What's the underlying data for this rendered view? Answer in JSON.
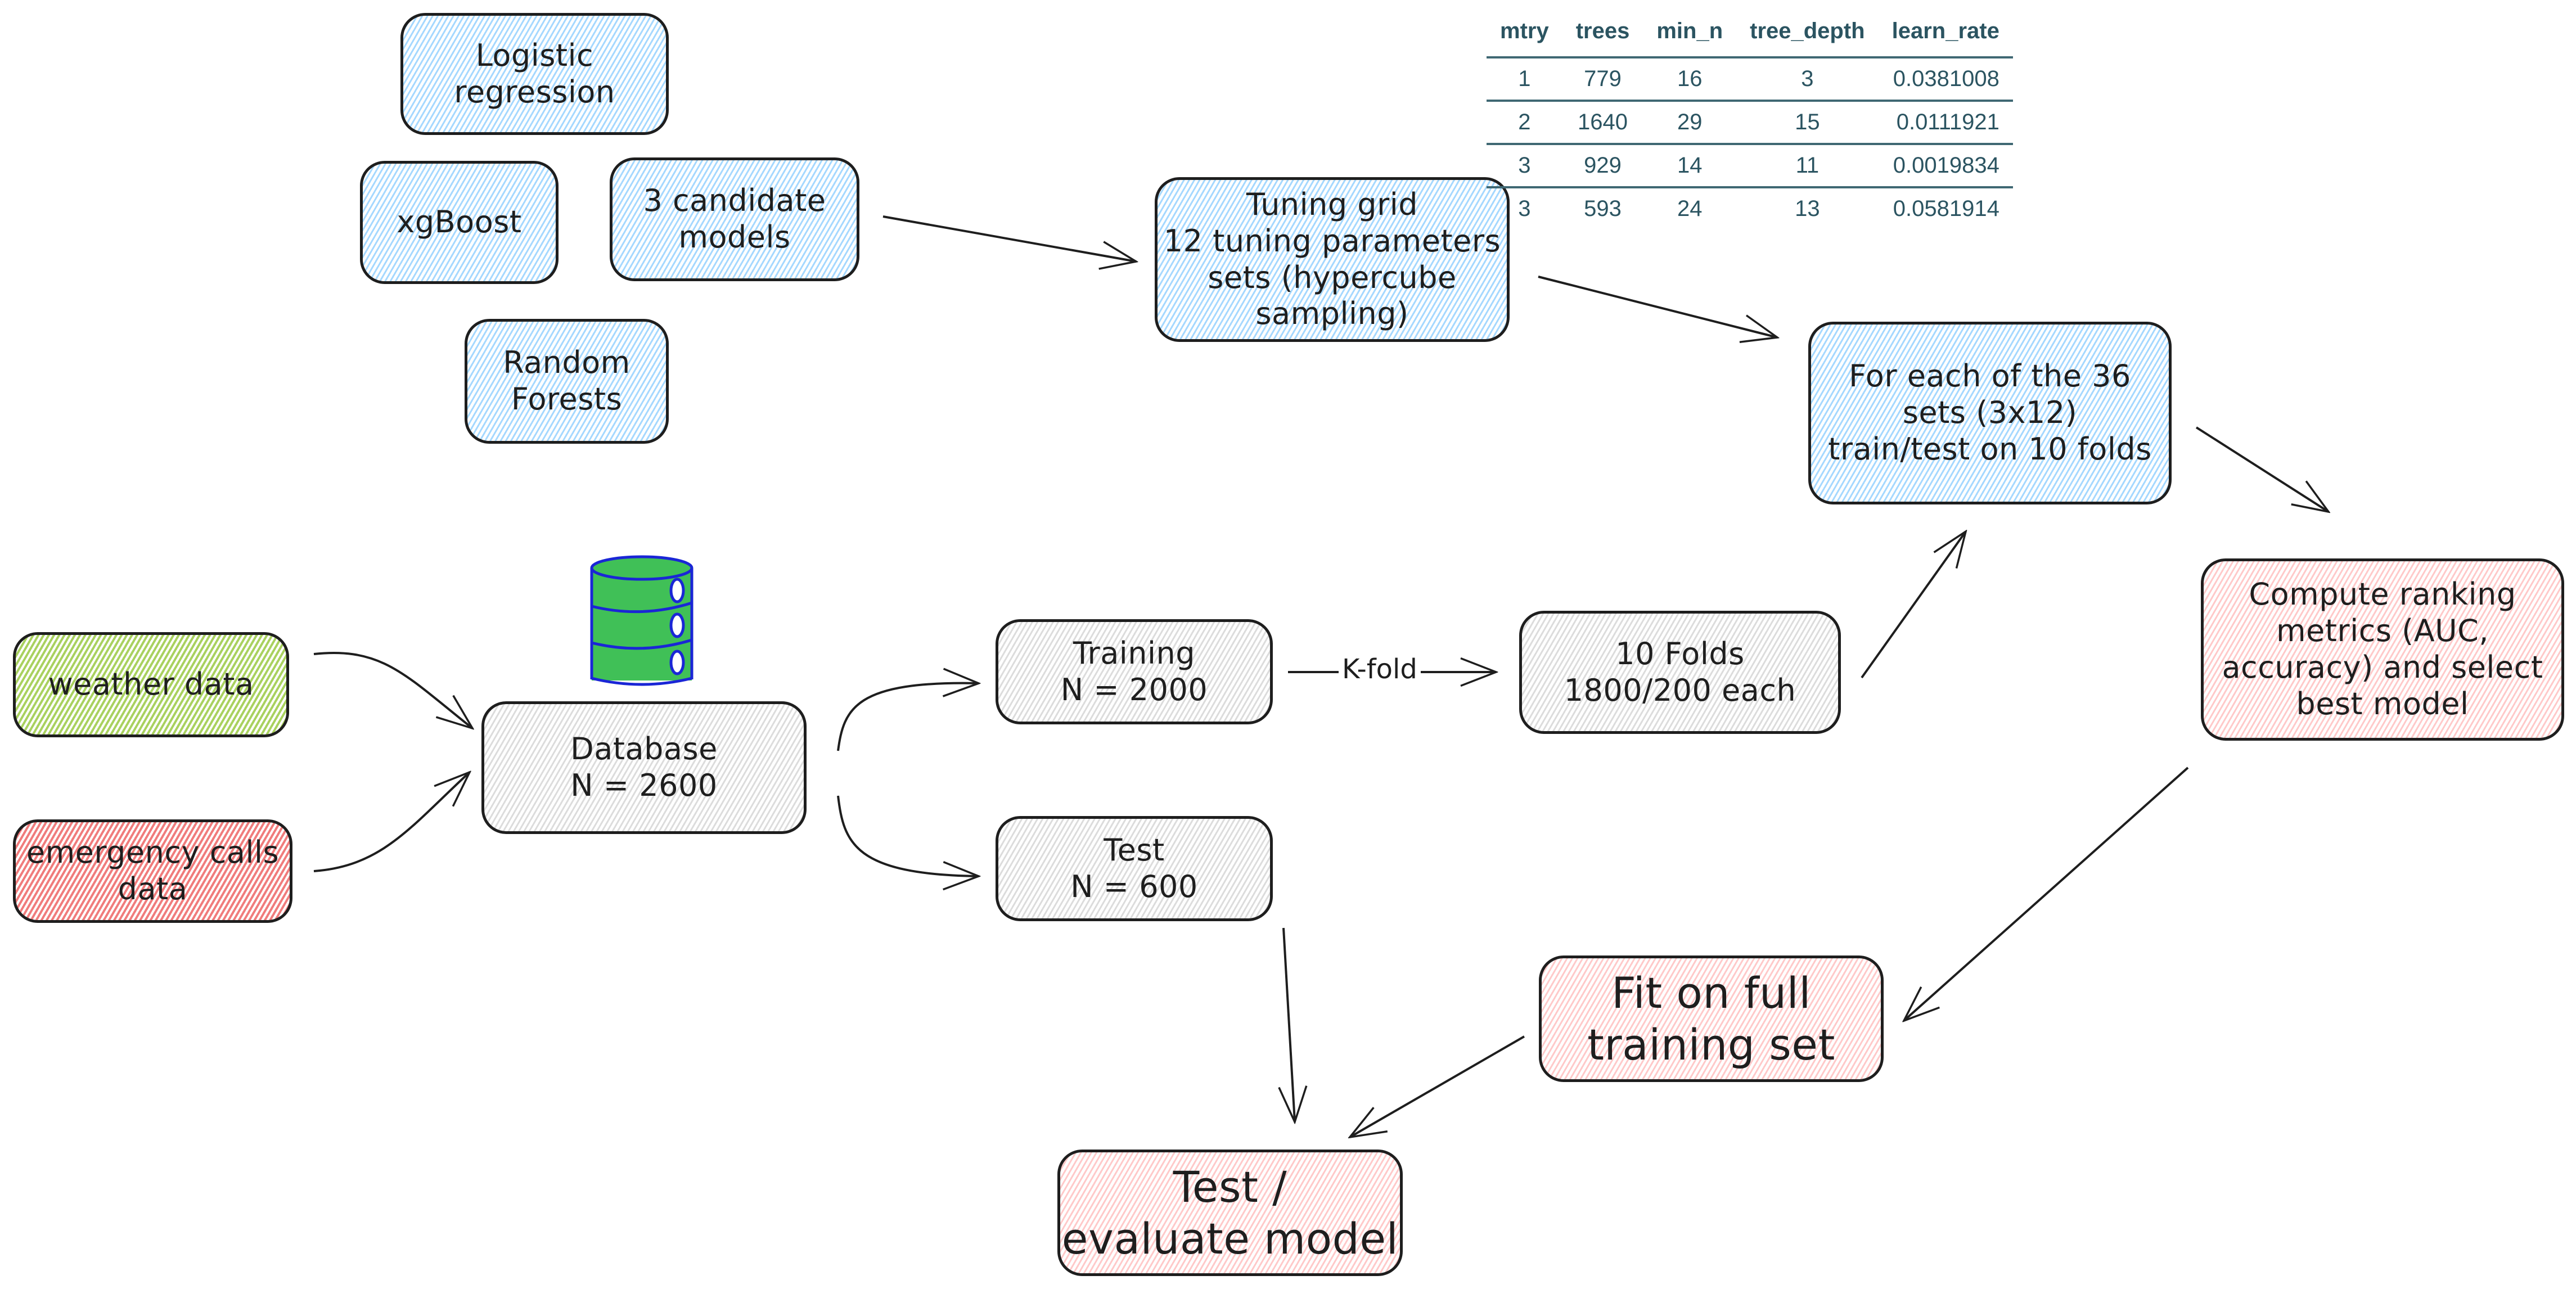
{
  "nodes": {
    "logistic_regression": "Logistic\nregression",
    "xgboost": "xgBoost",
    "candidate_models": "3 candidate\nmodels",
    "random_forests": "Random\nForests",
    "tuning_grid": "Tuning grid\n12 tuning parameters\nsets (hypercube\nsampling)",
    "for_each_sets": "For each of the 36\nsets (3x12)\ntrain/test on 10 folds",
    "compute_ranking": "Compute ranking\nmetrics (AUC,\naccuracy) and select\nbest model",
    "weather_data": "weather data",
    "emergency_calls": "emergency calls\ndata",
    "database": "Database\nN = 2600",
    "training": "Training\nN = 2000",
    "test": "Test\nN = 600",
    "ten_folds": "10 Folds\n1800/200 each",
    "fit_full": "Fit on full\ntraining set",
    "test_evaluate": "Test /\nevaluate model"
  },
  "edge_labels": {
    "kfold": "K-fold"
  },
  "icons": {
    "database_icon": "database-cylinder"
  },
  "colors": {
    "blue_fill": "#a5d8ff",
    "gray_fill": "#dcdcdc",
    "pink_fill": "#ffc9c9",
    "green_fill": "#a9d15f",
    "red_fill": "#f07c7c",
    "db_icon_fill": "#40c057",
    "db_icon_stroke": "#1a26d6",
    "table_text": "#2b5461"
  },
  "tuning_table": {
    "headers": [
      "mtry",
      "trees",
      "min_n",
      "tree_depth",
      "learn_rate"
    ],
    "rows": [
      [
        "1",
        "779",
        "16",
        "3",
        "0.0381008"
      ],
      [
        "2",
        "1640",
        "29",
        "15",
        "0.0111921"
      ],
      [
        "3",
        "929",
        "14",
        "11",
        "0.0019834"
      ],
      [
        "3",
        "593",
        "24",
        "13",
        "0.0581914"
      ]
    ]
  }
}
